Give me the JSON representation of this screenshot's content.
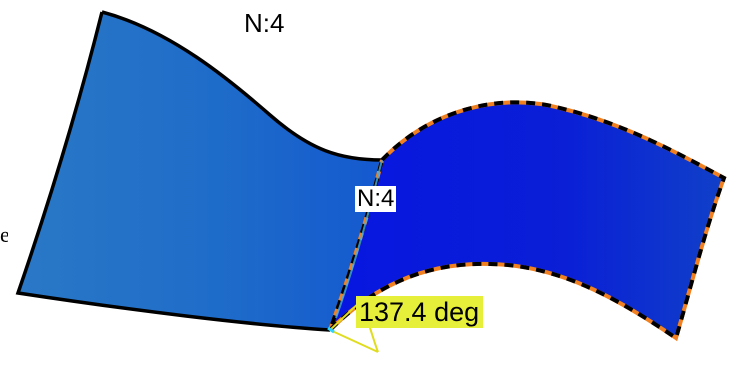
{
  "viewport": {
    "labels": {
      "top_continuity": "N:4",
      "middle_continuity": "N:4",
      "angle": "137.4 deg",
      "left_edge_fragment": "e"
    },
    "colors": {
      "left_surface": "#1f6fc8",
      "right_surface": "#0a20d8",
      "selected_boundary": "#f08020",
      "boundary": "#000000",
      "angle_label_background": "#e6f03a",
      "angle_marker": "#e0dc20",
      "seam_highlight": "#40b0e8"
    }
  }
}
